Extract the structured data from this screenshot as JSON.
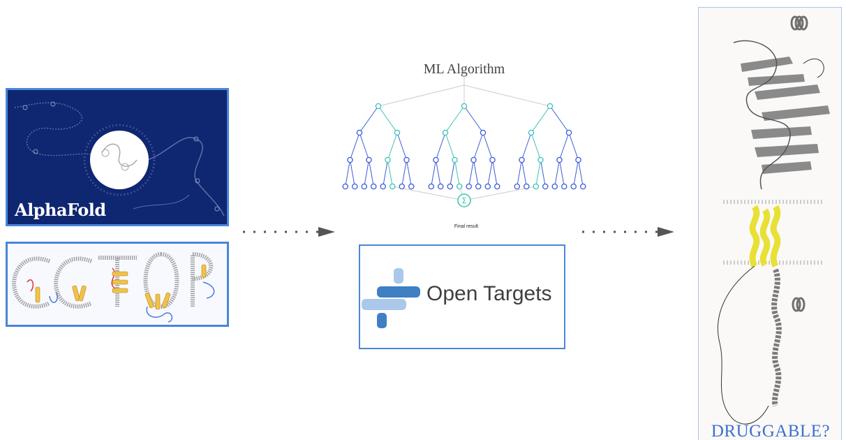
{
  "inputs": {
    "alphafold": {
      "label": "AlphaFold"
    },
    "cctop": {
      "logo_text": "CCTOP"
    }
  },
  "algorithm": {
    "title": "ML Algorithm",
    "sum_symbol": "Σ",
    "final_label": "Final result"
  },
  "open_targets": {
    "label": "Open Targets"
  },
  "output": {
    "label": "DRUGGABLE?"
  },
  "colors": {
    "accent_blue": "#4a86d8",
    "alphafold_bg": "#0f2670",
    "tree_blue": "#3b5bdb",
    "tree_teal": "#3fc1b5",
    "ot_dark": "#3f7fc4",
    "ot_light": "#a9c8ea",
    "helix_yellow": "#e8e035",
    "protein_gray": "#8a8a8a",
    "arrow_gray": "#555555"
  }
}
